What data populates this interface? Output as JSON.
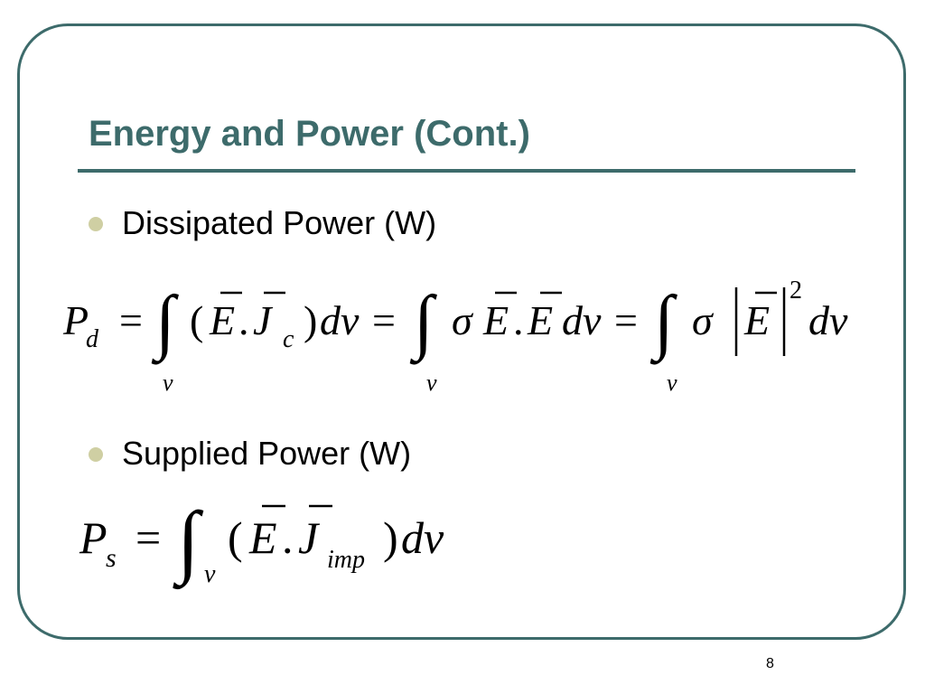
{
  "slide": {
    "title": "Energy and Power (Cont.)",
    "page_number": "8",
    "accent_color": "#3d6b6b",
    "bullet_color": "#cfcfa3"
  },
  "bullets": [
    {
      "label": "Dissipated Power (W)"
    },
    {
      "label": "Supplied Power (W)"
    }
  ],
  "equations": {
    "dissipated": {
      "lhs_symbol": "P",
      "lhs_subscript": "d",
      "equals": "=",
      "integral": "∫",
      "limit": "v",
      "open_paren": "(",
      "close_paren": ")",
      "field_e": "E",
      "dot": ".",
      "field_j": "J",
      "j_subscript": "c",
      "dv": "dv",
      "sigma": "σ",
      "exponent": "2"
    },
    "supplied": {
      "lhs_symbol": "P",
      "lhs_subscript": "s",
      "equals": "=",
      "integral": "∫",
      "limit": "v",
      "open_paren": "(",
      "close_paren": ")",
      "field_e": "E",
      "dot": ".",
      "field_j": "J",
      "j_subscript": "imp",
      "dv": "dv"
    }
  }
}
